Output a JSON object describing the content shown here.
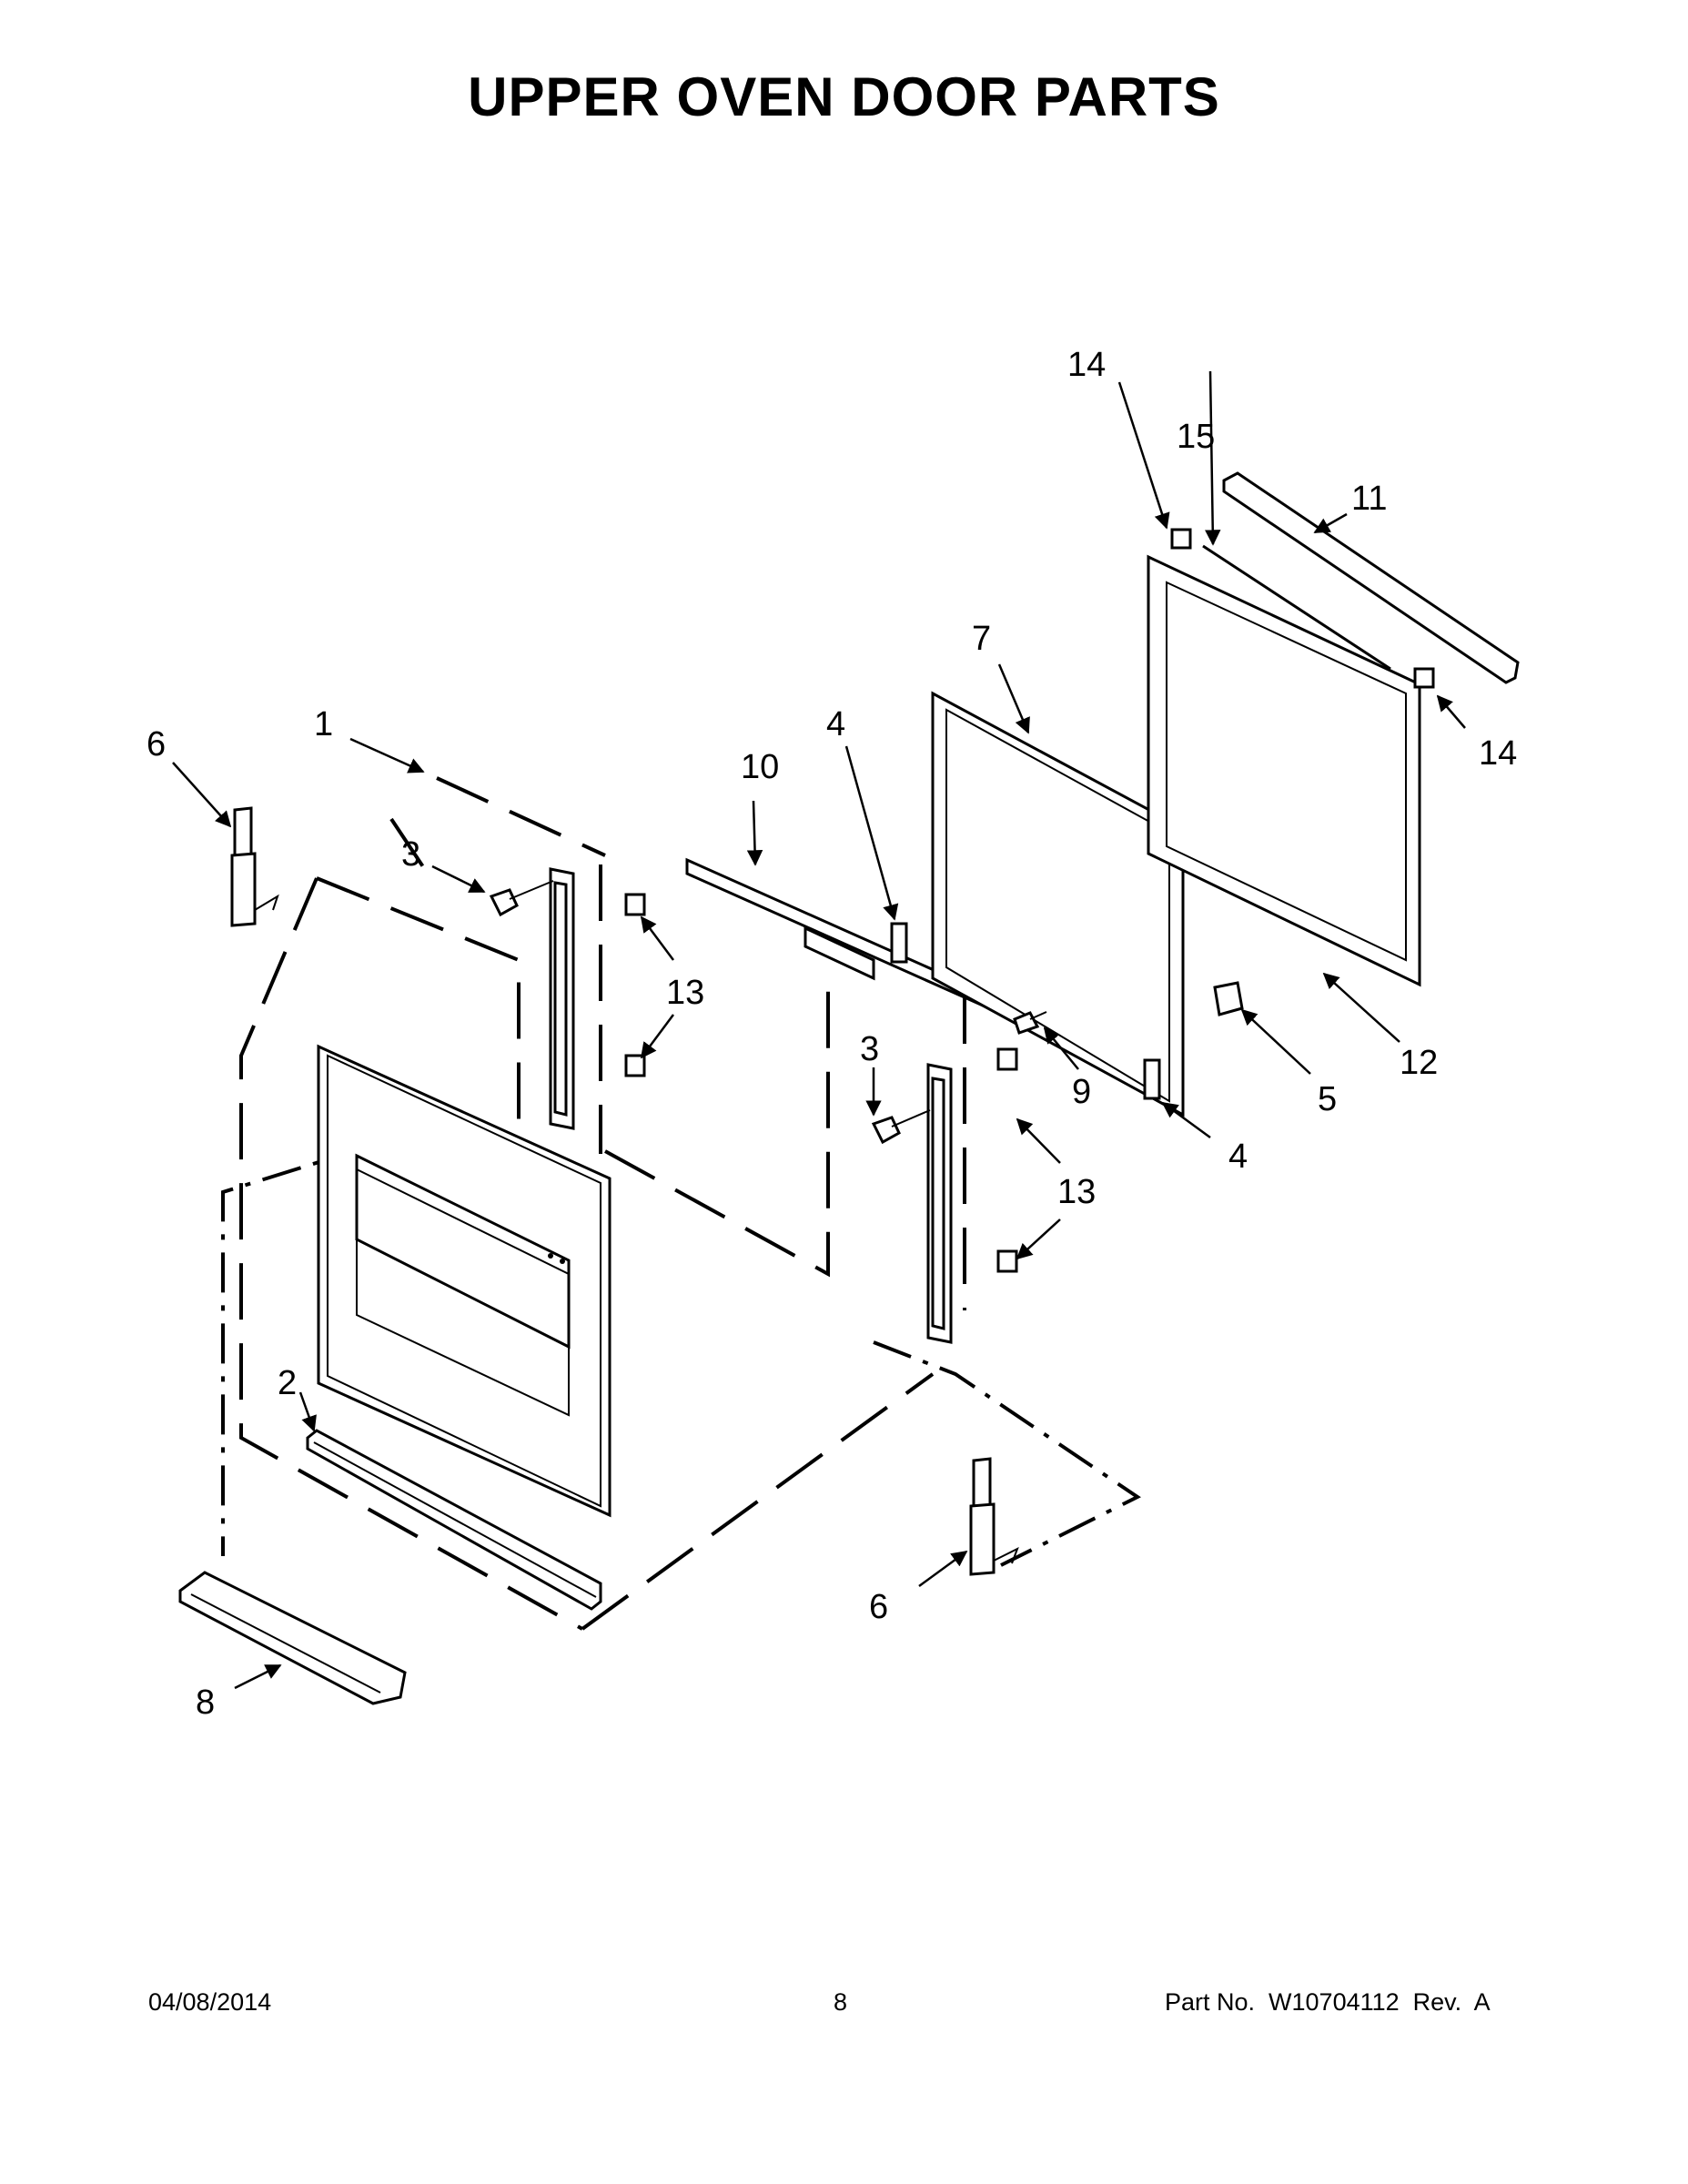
{
  "title": "UPPER OVEN DOOR PARTS",
  "footer": {
    "date": "04/08/2014",
    "page": "8",
    "part_no": "Part No.  W10704112  Rev.  A"
  },
  "callouts": {
    "c1": "1",
    "c2": "2",
    "c3a": "3",
    "c3b": "3",
    "c4a": "4",
    "c4b": "4",
    "c5": "5",
    "c6a": "6",
    "c6b": "6",
    "c7": "7",
    "c8": "8",
    "c9": "9",
    "c10": "10",
    "c11": "11",
    "c12": "12",
    "c13a": "13",
    "c13b": "13",
    "c14a": "14",
    "c14b": "14",
    "c15": "15"
  }
}
